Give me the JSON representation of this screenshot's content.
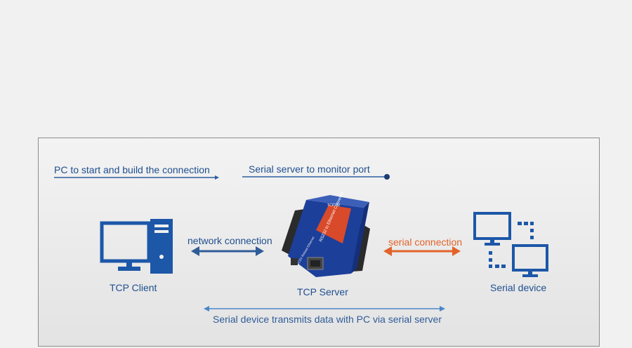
{
  "labels": {
    "start_connection": "PC to start and build the connection",
    "monitor_port": "Serial server to monitor port",
    "network_connection": "network connection",
    "serial_connection": "serial connection",
    "tcp_client": "TCP Client",
    "tcp_server": "TCP Server",
    "serial_device": "Serial device",
    "transmit": "Serial device transmits data with PC via serial server"
  },
  "device_text": {
    "model": "TCP232",
    "title": "RS232 to Ethernet Converter",
    "ports": "DC5V  Reload  Ethernet"
  },
  "icons": [
    "desktop-computer-icon",
    "serial-server-device-icon",
    "monitors-network-icon"
  ],
  "colors": {
    "primary_blue": "#1f4f8f",
    "accent_orange": "#e2632a",
    "device_blue": "#1c57a8"
  }
}
